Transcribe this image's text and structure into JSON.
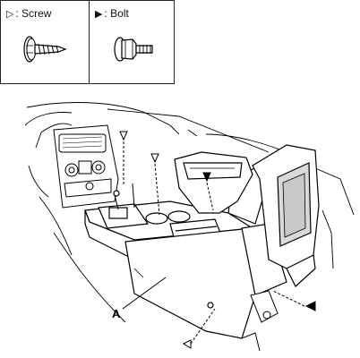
{
  "legend": {
    "screw": {
      "symbol": "▷",
      "text": ": Screw",
      "icon": "screw-icon"
    },
    "bolt": {
      "symbol": "▶",
      "text": ": Bolt",
      "icon": "bolt-icon"
    }
  },
  "callouts": {
    "part_a": "A"
  },
  "colors": {
    "line": "#000000",
    "screen": "#d9d9d9"
  }
}
